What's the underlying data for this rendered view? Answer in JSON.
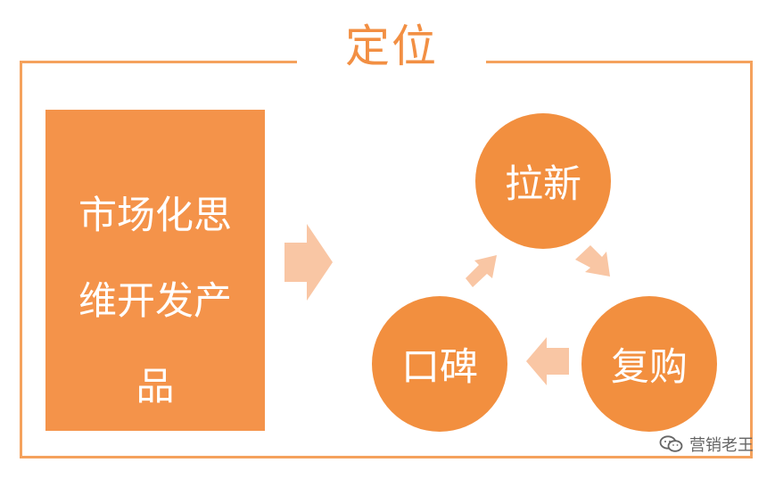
{
  "title": "定位",
  "left_box": {
    "text": "市场化思维开发产品"
  },
  "circles": {
    "acquire": "拉新",
    "repurchase": "复购",
    "word_of_mouth": "口碑"
  },
  "watermark": {
    "icon": "wechat-icon",
    "text": "营销老王"
  },
  "colors": {
    "primary": "#f28f3f",
    "frame": "#f5a25d",
    "light_arrow": "#f9c6a4"
  }
}
